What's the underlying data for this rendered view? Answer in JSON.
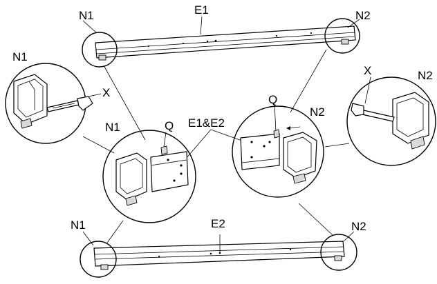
{
  "labels": {
    "top_beam": "E1",
    "bottom_beam": "E2",
    "n1_top": "N1",
    "n2_top": "N2",
    "n1_left_detail": "N1",
    "x_left": "X",
    "n1_center": "N1",
    "q_left": "Q",
    "e1e2": "E1&E2",
    "q_right": "Q",
    "n2_center": "N2",
    "x_right": "X",
    "n2_right_detail": "N2",
    "n1_bottom": "N1",
    "n2_bottom": "N2"
  },
  "icons": {
    "beam": "steel-beam-icon",
    "end_cap": "end-cap-icon",
    "screw": "screw-icon",
    "screwdriver": "screwdriver-icon",
    "magnifier": "detail-circle-icon"
  }
}
